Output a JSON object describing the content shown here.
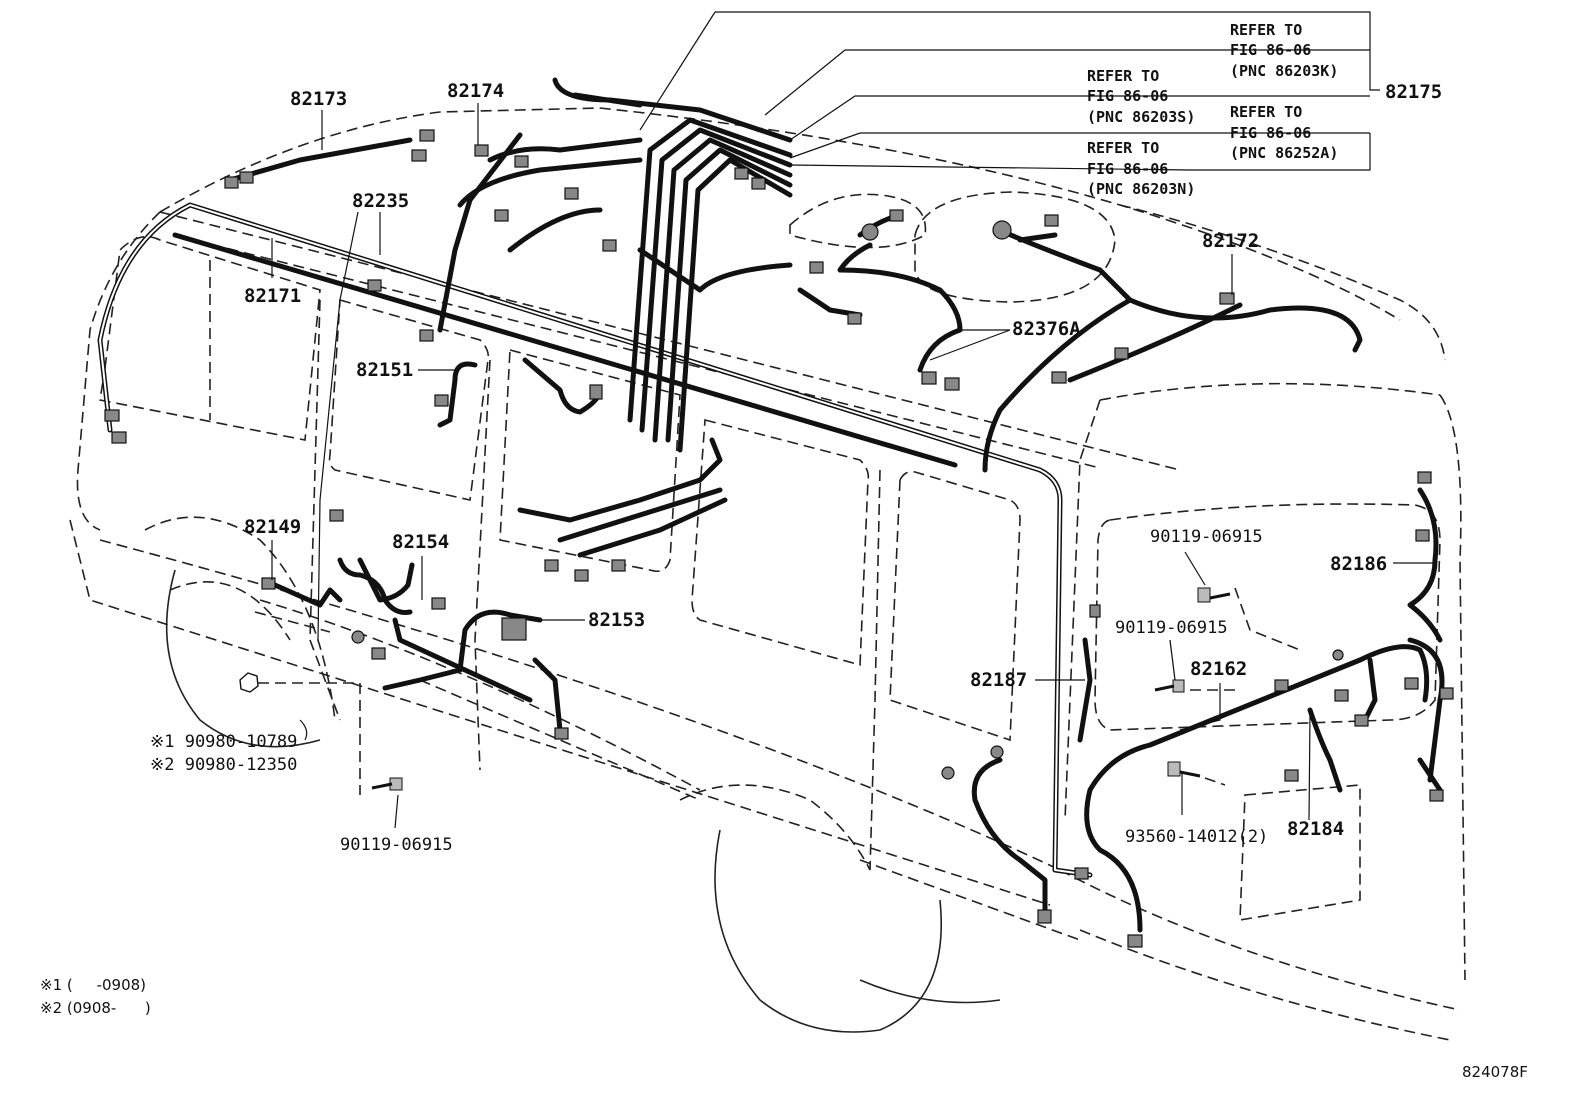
{
  "part_numbers": {
    "p82173": "82173",
    "p82174": "82174",
    "p82175": "82175",
    "p82235": "82235",
    "p82171": "82171",
    "p82172": "82172",
    "p82376a": "82376A",
    "p82151": "82151",
    "p82149": "82149",
    "p82154": "82154",
    "p82153": "82153",
    "p82186": "82186",
    "p82187": "82187",
    "p82162": "82162",
    "p82184": "82184"
  },
  "references": [
    {
      "line1": "REFER TO",
      "line2": "FIG 86-06",
      "line3": "(PNC 86203K)"
    },
    {
      "line1": "REFER TO",
      "line2": "FIG 86-06",
      "line3": "(PNC 86203S)"
    },
    {
      "line1": "REFER TO",
      "line2": "FIG 86-06",
      "line3": "(PNC 86252A)"
    },
    {
      "line1": "REFER TO",
      "line2": "FIG 86-06",
      "line3": "(PNC 86203N)"
    }
  ],
  "fasteners": {
    "bolt_right_upper": "90119-06915",
    "bolt_right_mid": "90119-06915",
    "bolt_left_lower": "90119-06915",
    "bolt_rear": "93560-14012(2)",
    "grommet_1": "※1 90980-10789",
    "grommet_2": "※2 90980-12350"
  },
  "notes": {
    "note1": "※1 (     -0908)",
    "note2": "※2 (0908-      )"
  },
  "figure_id": "824078F"
}
